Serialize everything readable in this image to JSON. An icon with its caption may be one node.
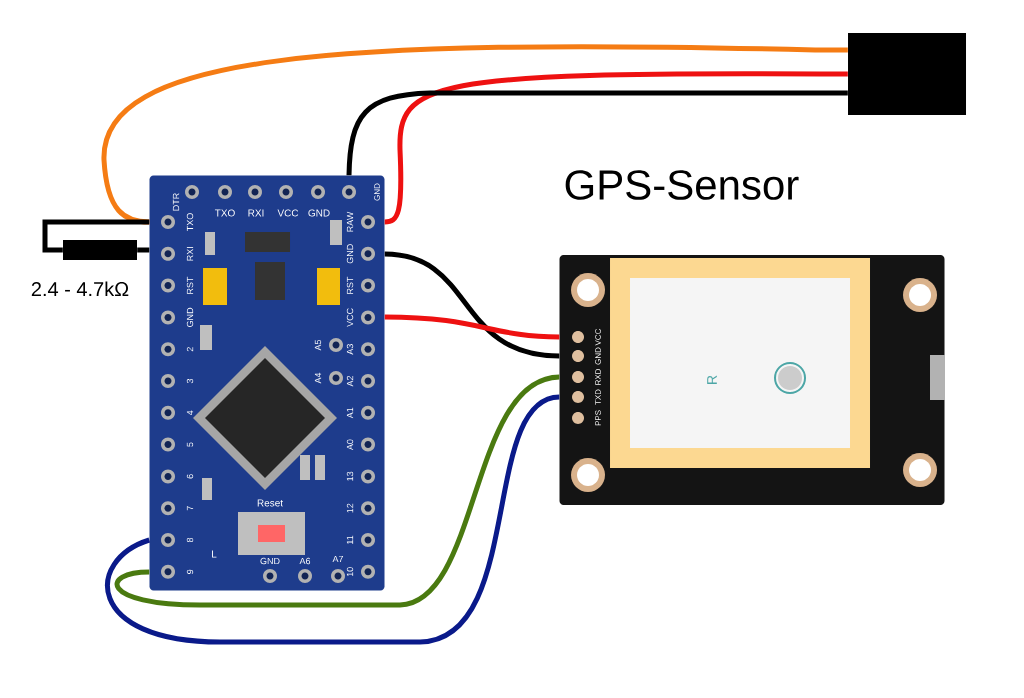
{
  "diagram": {
    "title": "GPS-Sensor",
    "nodes": [
      {
        "text": [],
        "shape": "picture"
      },
      {
        "text": [],
        "shape": "picture"
      },
      {
        "text": [],
        "shape": "box"
      },
      {
        "text": [],
        "shape": "bar",
        "beside": [
          "2.4 - 4.7kΩ"
        ]
      }
    ],
    "edges": [
      {
        "from": 2,
        "to": 0,
        "arrow": "none",
        "color": "#f57c14"
      },
      {
        "from": 2,
        "to": 0,
        "arrow": "none",
        "color": "#ee1111"
      },
      {
        "from": 2,
        "to": 0,
        "arrow": "none",
        "color": "#000000"
      },
      {
        "from": 0,
        "to": 1,
        "arrow": "none",
        "color": "#000000"
      },
      {
        "from": 0,
        "to": 1,
        "arrow": "none",
        "color": "#ee1111"
      },
      {
        "from": 0,
        "to": 1,
        "arrow": "none",
        "color": "#4a7a10"
      },
      {
        "from": 0,
        "to": 1,
        "arrow": "none",
        "color": "#0a1a8a"
      },
      {
        "from": 3,
        "to": 0,
        "arrow": "none",
        "color": "#000000"
      },
      {
        "from": 3,
        "to": 0,
        "arrow": "none",
        "color": "#000000"
      }
    ],
    "labels": [
      "DTR",
      "TXO",
      "RXI",
      "VCC",
      "GND",
      "GND",
      "TXO",
      "RAW",
      "RXI",
      "GND",
      "RST",
      "RST",
      "GND",
      "VCC",
      "2",
      "A5",
      "A3",
      "3",
      "A4",
      "A2",
      "4",
      "A1",
      "5",
      "A0",
      "6",
      "13",
      "Reset",
      "7",
      "12",
      "8",
      "11",
      "L",
      "GND",
      "A6",
      "A7",
      "9",
      "10",
      "VCC",
      "GND",
      "RXD",
      "TXD",
      "PPS",
      "R"
    ]
  }
}
